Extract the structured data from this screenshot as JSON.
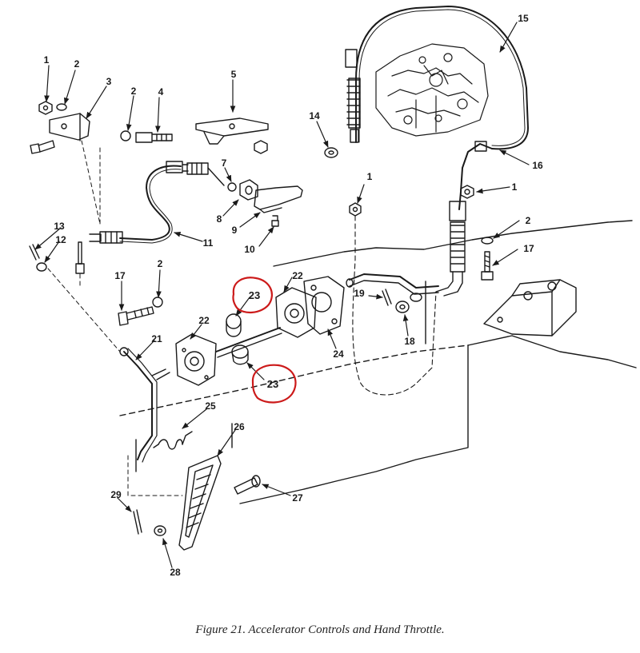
{
  "caption": "Figure 21. Accelerator Controls and Hand Throttle.",
  "colors": {
    "ink": "#1a1a1a",
    "highlight": "#cc1a1a",
    "paper": "#ffffff"
  },
  "callouts": [
    {
      "id": "c1a",
      "text": "1"
    },
    {
      "id": "c2a",
      "text": "2"
    },
    {
      "id": "c3",
      "text": "3"
    },
    {
      "id": "c2b",
      "text": "2"
    },
    {
      "id": "c4",
      "text": "4"
    },
    {
      "id": "c5",
      "text": "5"
    },
    {
      "id": "c15",
      "text": "15"
    },
    {
      "id": "c14",
      "text": "14"
    },
    {
      "id": "c7",
      "text": "7"
    },
    {
      "id": "c16",
      "text": "16"
    },
    {
      "id": "c1b",
      "text": "1"
    },
    {
      "id": "c1c",
      "text": "1"
    },
    {
      "id": "c8",
      "text": "8"
    },
    {
      "id": "c9",
      "text": "9"
    },
    {
      "id": "c13",
      "text": "13"
    },
    {
      "id": "c12",
      "text": "12"
    },
    {
      "id": "c11",
      "text": "11"
    },
    {
      "id": "c10",
      "text": "10"
    },
    {
      "id": "c2c",
      "text": "2"
    },
    {
      "id": "c17a",
      "text": "17"
    },
    {
      "id": "c17b",
      "text": "17"
    },
    {
      "id": "c2d",
      "text": "2"
    },
    {
      "id": "c23a",
      "text": "23",
      "highlighted": true
    },
    {
      "id": "c22a",
      "text": "22"
    },
    {
      "id": "c22b",
      "text": "22"
    },
    {
      "id": "c19",
      "text": "19"
    },
    {
      "id": "c18",
      "text": "18"
    },
    {
      "id": "c21",
      "text": "21"
    },
    {
      "id": "c24",
      "text": "24"
    },
    {
      "id": "c23b",
      "text": "23",
      "highlighted": true
    },
    {
      "id": "c25",
      "text": "25"
    },
    {
      "id": "c26",
      "text": "26"
    },
    {
      "id": "c29",
      "text": "29"
    },
    {
      "id": "c27",
      "text": "27"
    },
    {
      "id": "c28",
      "text": "28"
    }
  ]
}
